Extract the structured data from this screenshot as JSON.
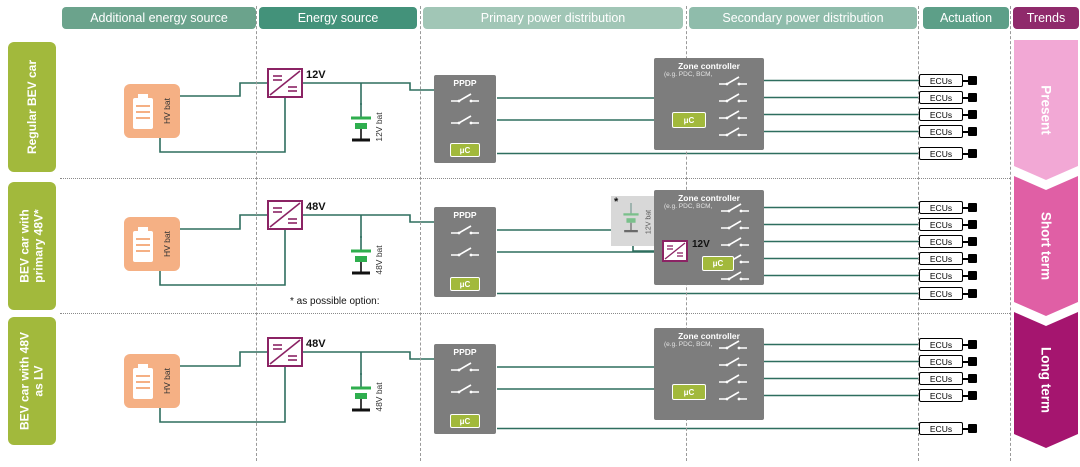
{
  "header": {
    "columns": [
      {
        "label": "Additional energy source",
        "color": "#6ba38c"
      },
      {
        "label": "Energy source",
        "color": "#43927a"
      },
      {
        "label": "Primary power distribution",
        "color": "#a1c6b6"
      },
      {
        "label": "Secondary power distribution",
        "color": "#8fbcab"
      },
      {
        "label": "Actuation",
        "color": "#5d9f88"
      },
      {
        "label": "Trends",
        "color": "#8f2a6b"
      }
    ]
  },
  "labels": {
    "ecus": "ECUs",
    "uc": "μC",
    "ppdp": "PPDP",
    "hv_battery": "HV bat",
    "zone_title": "Zone controller",
    "zone_subtitle": "(e.g. PDC, BCM,"
  },
  "rows": [
    {
      "car_type": "Regular BEV car",
      "trend": "Present",
      "converter_voltage": "12V",
      "lv_battery": "12V bat",
      "ecu_count": 5
    },
    {
      "car_type": "BEV car with primary 48V*",
      "trend": "Short term",
      "converter_voltage": "48V",
      "lv_battery": "48V bat",
      "ecu_count": 6,
      "option_note": "* as possible option:",
      "optional": {
        "asterisk": "*",
        "battery": "12V bat",
        "converter_voltage": "12V"
      }
    },
    {
      "car_type": "BEV car with 48V as LV",
      "trend": "Long term",
      "converter_voltage": "48V",
      "lv_battery": "48V bat",
      "ecu_count": 5
    }
  ],
  "colors": {
    "wire": "#2e6e5f",
    "accent_green": "#a2b93c",
    "battery_green": "#2fae4e",
    "hv_orange": "#f5b084",
    "converter_purple": "#8b2364",
    "box_gray": "#7d7d7d",
    "trend_present": "#f2a8d5",
    "trend_short": "#e05fa5",
    "trend_long": "#a5156f"
  }
}
